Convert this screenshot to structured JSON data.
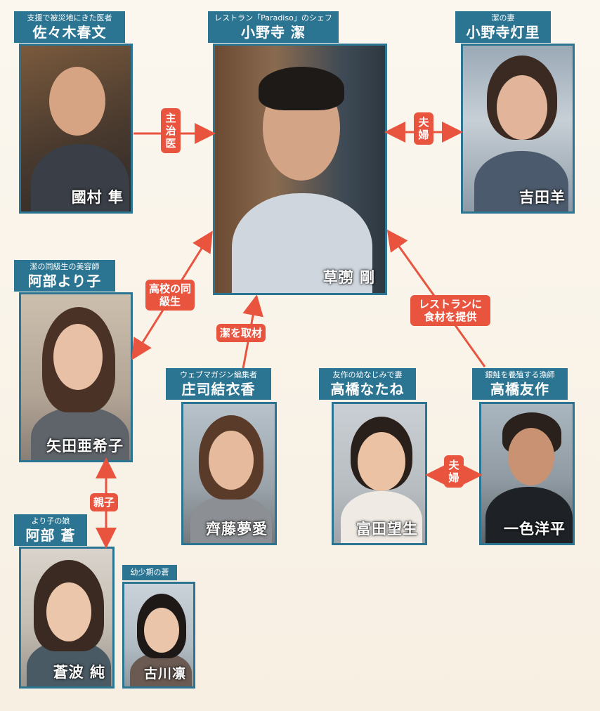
{
  "characters": {
    "kunimura": {
      "role": "支援で被災地にきた医者",
      "name": "佐々木春文",
      "actor": "國村 隼"
    },
    "kusanagi": {
      "role": "レストラン「Paradiso」のシェフ",
      "name": "小野寺 潔",
      "actor": "草彅 剛"
    },
    "yoshida": {
      "role": "潔の妻",
      "name": "小野寺灯里",
      "actor": "吉田羊"
    },
    "yada": {
      "role": "潔の同級生の美容師",
      "name": "阿部より子",
      "actor": "矢田亜希子"
    },
    "saito": {
      "role": "ウェブマガジン編集者",
      "name": "庄司結衣香",
      "actor": "齊藤夢愛"
    },
    "tomita": {
      "role": "友作の幼なじみで妻",
      "name": "高橋なたね",
      "actor": "富田望生"
    },
    "isshiki": {
      "role": "銀鮭を養殖する漁師",
      "name": "高橋友作",
      "actor": "一色洋平"
    },
    "aoba": {
      "role": "より子の娘",
      "name": "阿部 蒼",
      "actor": "蒼波 純"
    },
    "furukawa": {
      "role": "幼少期の蒼",
      "actor": "古川凛"
    }
  },
  "relations": {
    "doctor": "主治医",
    "spouse_main": "夫婦",
    "classmate": "高校の同級生",
    "interview": "潔を取材",
    "supply": "レストランに食材を提供",
    "spouse_takahashi": "夫婦",
    "parent_child": "親子"
  },
  "colors": {
    "label_bg": "#2c7592",
    "relation_bg": "#e9543f",
    "arrow": "#e9543f"
  }
}
